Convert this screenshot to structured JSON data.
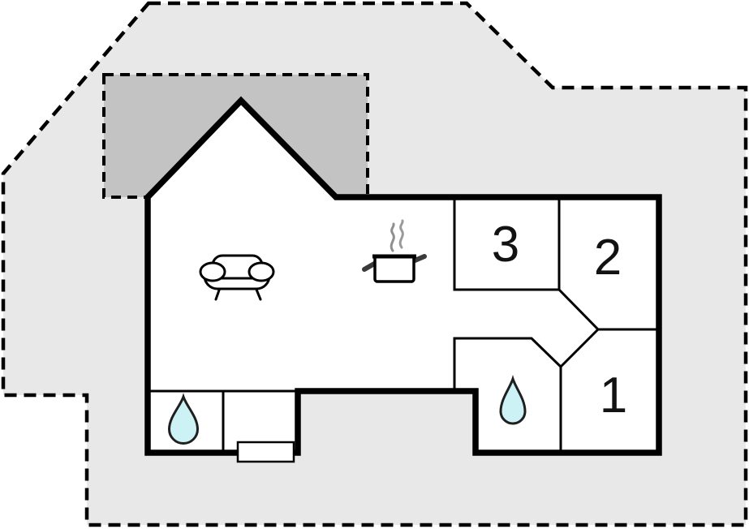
{
  "plan": {
    "type": "floor-plan",
    "rooms": {
      "r1": {
        "label": "1"
      },
      "r2": {
        "label": "2"
      },
      "r3": {
        "label": "3"
      }
    },
    "icons": {
      "sofa": "sofa-icon",
      "stove": "cooking-pot-icon",
      "bathroom_left": "water-drop-icon",
      "bathroom_right": "water-drop-icon",
      "entrance_step": "doorstep"
    },
    "colors": {
      "terrace_fill": "#e8e8e8",
      "roof_overhang_fill": "#c3c3c3",
      "building_fill": "#ffffff",
      "wall": "#000000",
      "water_drop_fill": "#cdf2f6",
      "water_drop_stroke": "#1f1f1f",
      "steam": "#8f8f8f",
      "pot_handle": "#3a3a3a",
      "boundary": "#000000"
    }
  }
}
